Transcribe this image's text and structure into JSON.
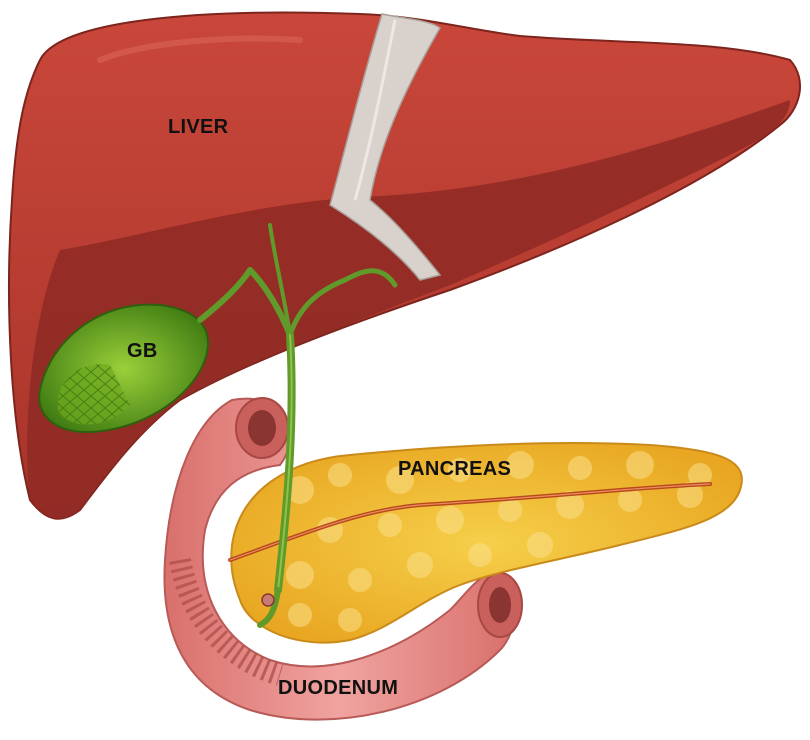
{
  "labels": {
    "liver": "LIVER",
    "gallbladder": "GB",
    "pancreas": "PANCREAS",
    "duodenum": "DUODENUM"
  },
  "colors": {
    "liver": "#b83b2e",
    "liver_underside": "#8e2a24",
    "ligament": "#d9d2cc",
    "gallbladder": "#5a9a1c",
    "bile_duct": "#5f9a2a",
    "pancreas": "#f2b52a",
    "pancreatic_duct": "#b8471d",
    "duodenum": "#e48d8a",
    "duodenum_inner": "#c9605c"
  }
}
